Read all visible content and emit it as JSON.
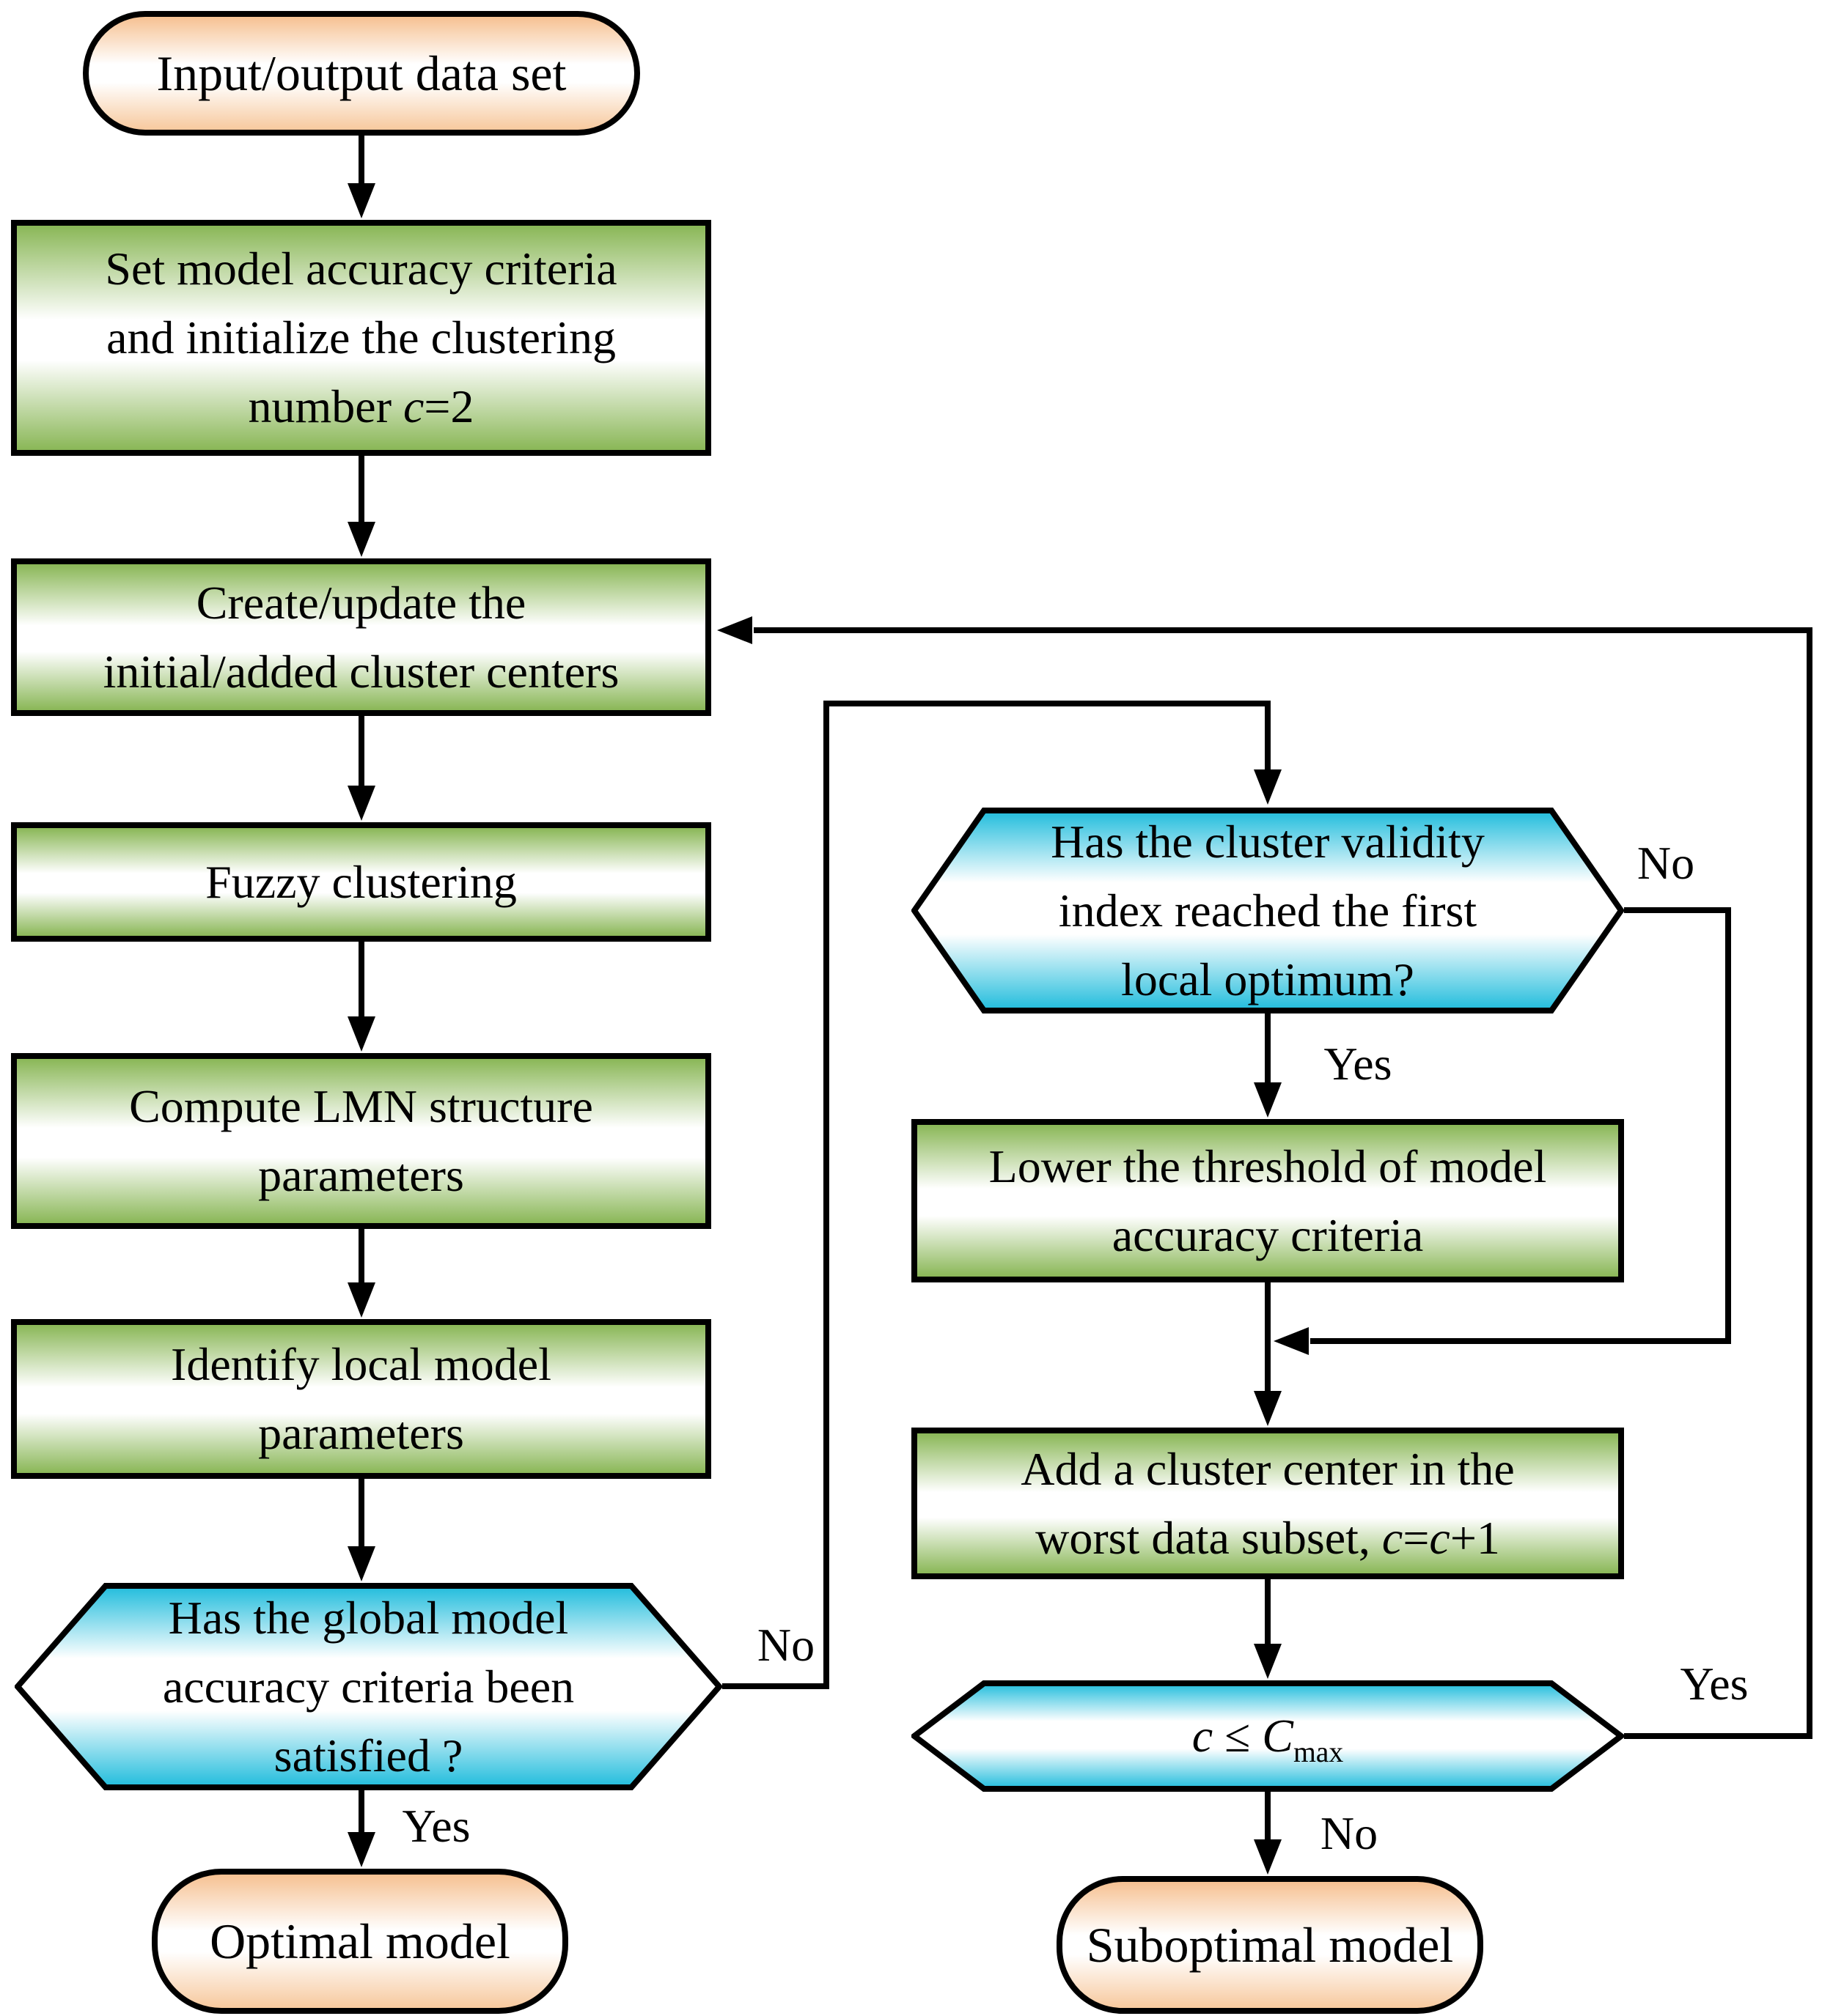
{
  "colors": {
    "process_green": "#8ab757",
    "terminal_orange": "#f6c192",
    "decision_cyan": "#1fbcdc",
    "line_black": "#000000",
    "background": "#ffffff"
  },
  "nodes": {
    "input": {
      "lines": [
        [
          "Input/output data set"
        ]
      ]
    },
    "set_criteria": {
      "lines": [
        [
          "Set model accuracy criteria"
        ],
        [
          "and initialize the clustering"
        ],
        [
          "number ",
          "c",
          "=2"
        ]
      ]
    },
    "create_update": {
      "lines": [
        [
          "Create/update the"
        ],
        [
          "initial/added cluster centers"
        ]
      ]
    },
    "fuzzy": {
      "lines": [
        [
          "Fuzzy clustering"
        ]
      ]
    },
    "lmn": {
      "lines": [
        [
          "Compute LMN structure"
        ],
        [
          "parameters"
        ]
      ]
    },
    "identify": {
      "lines": [
        [
          "Identify local model"
        ],
        [
          "parameters"
        ]
      ]
    },
    "global_decision": {
      "lines": [
        [
          "Has the global model"
        ],
        [
          "accuracy criteria been"
        ],
        [
          "satisfied ?"
        ]
      ]
    },
    "validity_decision": {
      "lines": [
        [
          "Has the cluster validity"
        ],
        [
          "index reached the first"
        ],
        [
          "local optimum?"
        ]
      ]
    },
    "lower_threshold": {
      "lines": [
        [
          "Lower the threshold of model"
        ],
        [
          "accuracy criteria"
        ]
      ]
    },
    "add_center": {
      "lines": [
        [
          "Add a cluster center in the"
        ],
        [
          "worst data subset, ",
          "c",
          "=",
          "c",
          "+1"
        ]
      ]
    },
    "cmax_decision": {
      "parts": {
        "var1": "c",
        "op": " ≤ ",
        "var2": "C",
        "sub": "max"
      }
    },
    "optimal": {
      "lines": [
        [
          "Optimal model"
        ]
      ]
    },
    "suboptimal": {
      "lines": [
        [
          "Suboptimal model"
        ]
      ]
    }
  },
  "edge_labels": {
    "global_yes": "Yes",
    "global_no": "No",
    "validity_yes": "Yes",
    "validity_no": "No",
    "cmax_yes": "Yes",
    "cmax_no": "No"
  }
}
